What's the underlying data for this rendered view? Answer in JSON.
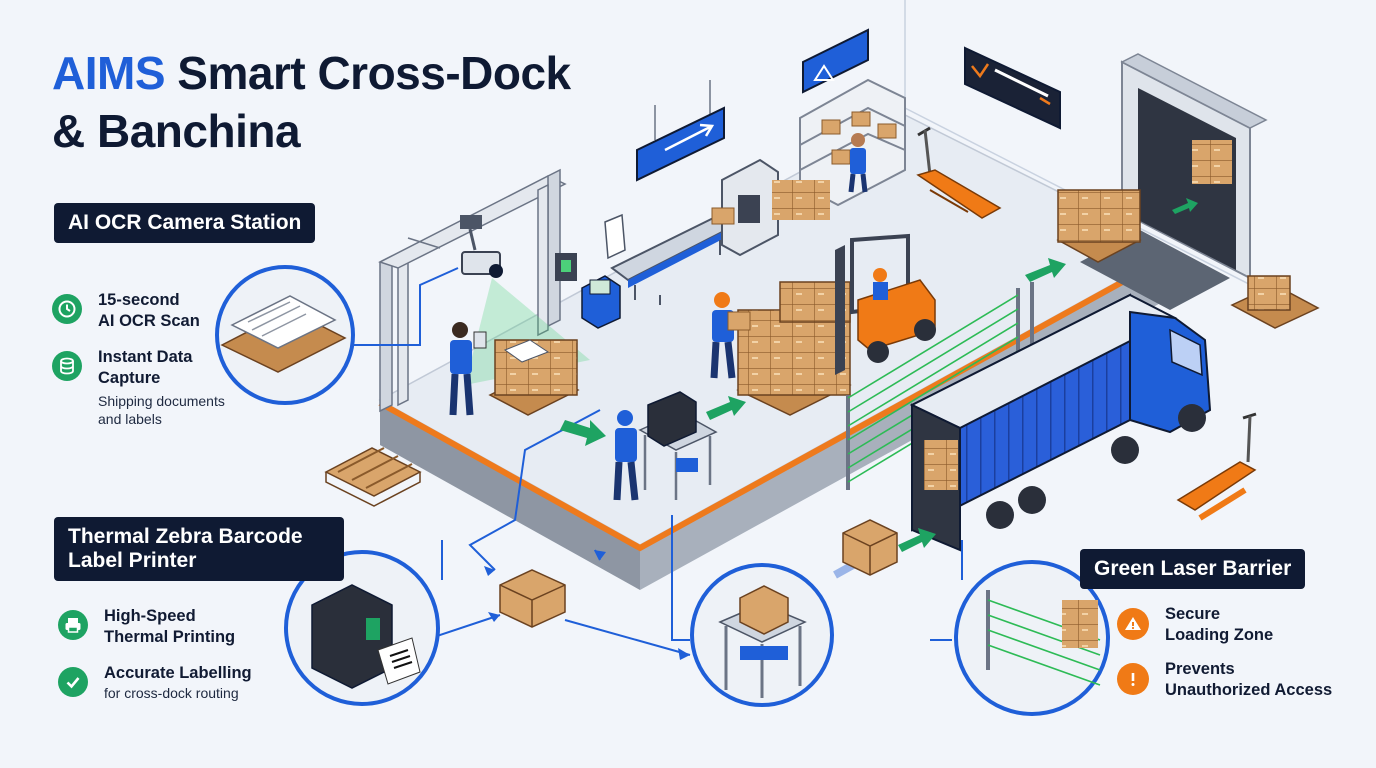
{
  "title": {
    "accent": "AIMS",
    "rest_line1": " Smart Cross-Dock",
    "line2": "& Banchina"
  },
  "ocr_station": {
    "label": "AI OCR Camera Station",
    "features": [
      {
        "icon": "clock-icon",
        "main_line1": "15-second",
        "main_line2": "AI OCR Scan"
      },
      {
        "icon": "database-icon",
        "main_line1": "Instant Data",
        "main_line2": "Capture",
        "sub_line1": "Shipping documents",
        "sub_line2": "and labels"
      }
    ]
  },
  "printer": {
    "label_line1": "Thermal Zebra Barcode",
    "label_line2": "Label Printer",
    "features": [
      {
        "icon": "printer-icon",
        "main_line1": "High-Speed",
        "main_line2": "Thermal Printing"
      },
      {
        "icon": "check-icon",
        "main_line1": "Accurate Labelling",
        "sub_line1": "for cross-dock routing"
      }
    ]
  },
  "laser": {
    "label": "Green Laser Barrier",
    "features": [
      {
        "icon": "warning-icon",
        "main_line1": "Secure",
        "main_line2": "Loading Zone"
      },
      {
        "icon": "alert-icon",
        "main_line1": "Prevents",
        "main_line2": "Unauthorized Access"
      }
    ]
  },
  "colors": {
    "accent_blue": "#1f5fd8",
    "navy": "#0f1a33",
    "feature_green": "#1ea362",
    "feature_orange": "#f07a16",
    "safety_orange": "#f07a16",
    "laser_green": "#2dbb56",
    "cardboard": "#d9a56b",
    "truck_blue": "#2a5fd9"
  }
}
